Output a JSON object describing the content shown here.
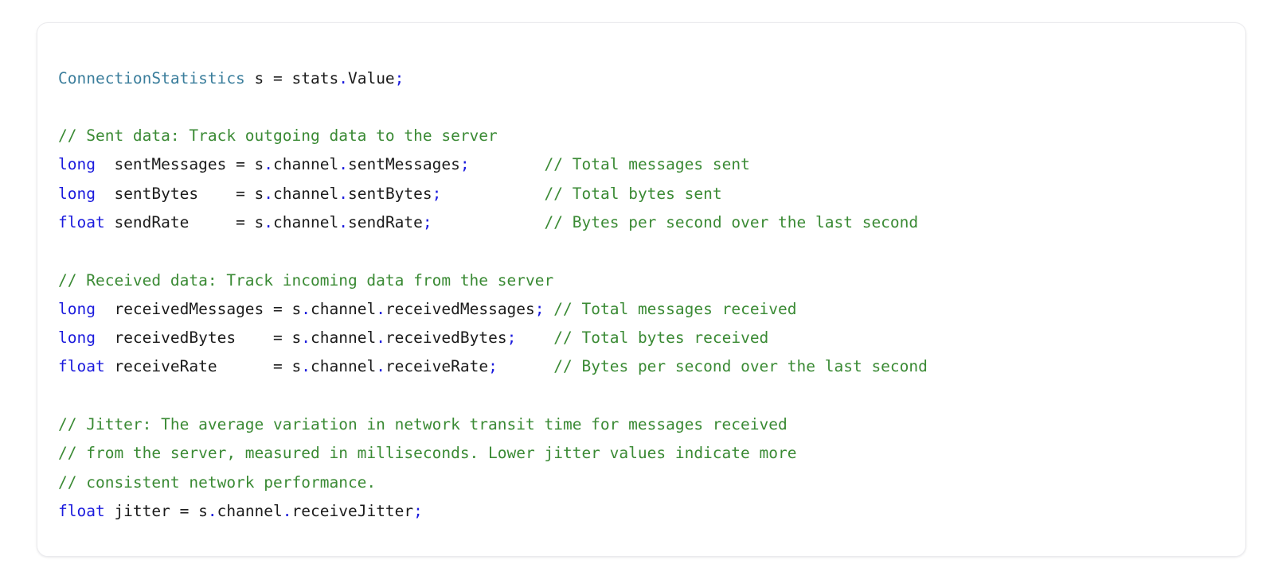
{
  "card": {
    "background": "#ffffff",
    "border_color": "#ebebee",
    "border_radius": "14px"
  },
  "theme": {
    "type_color": "#3b7e9c",
    "keyword_color": "#1b1bdd",
    "punctuation_color": "#1b1bdd",
    "plain_color": "#1b1b1b",
    "comment_color": "#3a8a34",
    "background_color": "#ffffff",
    "language": "csharp"
  },
  "code": {
    "plain_text": "ConnectionStatistics s = stats.Value;\n\n// Sent data: Track outgoing data to the server\nlong  sentMessages = s.channel.sentMessages;        // Total messages sent\nlong  sentBytes    = s.channel.sentBytes;           // Total bytes sent\nfloat sendRate     = s.channel.sendRate;            // Bytes per second over the last second\n\n// Received data: Track incoming data from the server\nlong  receivedMessages = s.channel.receivedMessages; // Total messages received\nlong  receivedBytes    = s.channel.receivedBytes;    // Total bytes received\nfloat receiveRate      = s.channel.receiveRate;      // Bytes per second over the last second\n\n// Jitter: The average variation in network transit time for messages received\n// from the server, measured in milliseconds. Lower jitter values indicate more\n// consistent network performance.\nfloat jitter = s.channel.receiveJitter;",
    "lines": [
      {
        "id": "line-1",
        "tokens": [
          {
            "t": "type",
            "v": "ConnectionStatistics"
          },
          {
            "t": "plain",
            "v": " s = stats"
          },
          {
            "t": "punct",
            "v": "."
          },
          {
            "t": "plain",
            "v": "Value"
          },
          {
            "t": "punct",
            "v": ";"
          }
        ]
      },
      {
        "id": "line-2",
        "tokens": []
      },
      {
        "id": "line-3",
        "tokens": [
          {
            "t": "comment",
            "v": "// Sent data: Track outgoing data to the server"
          }
        ]
      },
      {
        "id": "line-4",
        "tokens": [
          {
            "t": "kw",
            "v": "long"
          },
          {
            "t": "plain",
            "v": "  sentMessages = s"
          },
          {
            "t": "punct",
            "v": "."
          },
          {
            "t": "plain",
            "v": "channel"
          },
          {
            "t": "punct",
            "v": "."
          },
          {
            "t": "plain",
            "v": "sentMessages"
          },
          {
            "t": "punct",
            "v": ";"
          },
          {
            "t": "plain",
            "v": "        "
          },
          {
            "t": "comment",
            "v": "// Total messages sent"
          }
        ]
      },
      {
        "id": "line-5",
        "tokens": [
          {
            "t": "kw",
            "v": "long"
          },
          {
            "t": "plain",
            "v": "  sentBytes    = s"
          },
          {
            "t": "punct",
            "v": "."
          },
          {
            "t": "plain",
            "v": "channel"
          },
          {
            "t": "punct",
            "v": "."
          },
          {
            "t": "plain",
            "v": "sentBytes"
          },
          {
            "t": "punct",
            "v": ";"
          },
          {
            "t": "plain",
            "v": "           "
          },
          {
            "t": "comment",
            "v": "// Total bytes sent"
          }
        ]
      },
      {
        "id": "line-6",
        "tokens": [
          {
            "t": "kw",
            "v": "float"
          },
          {
            "t": "plain",
            "v": " sendRate     = s"
          },
          {
            "t": "punct",
            "v": "."
          },
          {
            "t": "plain",
            "v": "channel"
          },
          {
            "t": "punct",
            "v": "."
          },
          {
            "t": "plain",
            "v": "sendRate"
          },
          {
            "t": "punct",
            "v": ";"
          },
          {
            "t": "plain",
            "v": "            "
          },
          {
            "t": "comment",
            "v": "// Bytes per second over the last second"
          }
        ]
      },
      {
        "id": "line-7",
        "tokens": []
      },
      {
        "id": "line-8",
        "tokens": [
          {
            "t": "comment",
            "v": "// Received data: Track incoming data from the server"
          }
        ]
      },
      {
        "id": "line-9",
        "tokens": [
          {
            "t": "kw",
            "v": "long"
          },
          {
            "t": "plain",
            "v": "  receivedMessages = s"
          },
          {
            "t": "punct",
            "v": "."
          },
          {
            "t": "plain",
            "v": "channel"
          },
          {
            "t": "punct",
            "v": "."
          },
          {
            "t": "plain",
            "v": "receivedMessages"
          },
          {
            "t": "punct",
            "v": ";"
          },
          {
            "t": "plain",
            "v": " "
          },
          {
            "t": "comment",
            "v": "// Total messages received"
          }
        ]
      },
      {
        "id": "line-10",
        "tokens": [
          {
            "t": "kw",
            "v": "long"
          },
          {
            "t": "plain",
            "v": "  receivedBytes    = s"
          },
          {
            "t": "punct",
            "v": "."
          },
          {
            "t": "plain",
            "v": "channel"
          },
          {
            "t": "punct",
            "v": "."
          },
          {
            "t": "plain",
            "v": "receivedBytes"
          },
          {
            "t": "punct",
            "v": ";"
          },
          {
            "t": "plain",
            "v": "    "
          },
          {
            "t": "comment",
            "v": "// Total bytes received"
          }
        ]
      },
      {
        "id": "line-11",
        "tokens": [
          {
            "t": "kw",
            "v": "float"
          },
          {
            "t": "plain",
            "v": " receiveRate      = s"
          },
          {
            "t": "punct",
            "v": "."
          },
          {
            "t": "plain",
            "v": "channel"
          },
          {
            "t": "punct",
            "v": "."
          },
          {
            "t": "plain",
            "v": "receiveRate"
          },
          {
            "t": "punct",
            "v": ";"
          },
          {
            "t": "plain",
            "v": "      "
          },
          {
            "t": "comment",
            "v": "// Bytes per second over the last second"
          }
        ]
      },
      {
        "id": "line-12",
        "tokens": []
      },
      {
        "id": "line-13",
        "tokens": [
          {
            "t": "comment",
            "v": "// Jitter: The average variation in network transit time for messages received"
          }
        ]
      },
      {
        "id": "line-14",
        "tokens": [
          {
            "t": "comment",
            "v": "// from the server, measured in milliseconds. Lower jitter values indicate more"
          }
        ]
      },
      {
        "id": "line-15",
        "tokens": [
          {
            "t": "comment",
            "v": "// consistent network performance."
          }
        ]
      },
      {
        "id": "line-16",
        "tokens": [
          {
            "t": "kw",
            "v": "float"
          },
          {
            "t": "plain",
            "v": " jitter = s"
          },
          {
            "t": "punct",
            "v": "."
          },
          {
            "t": "plain",
            "v": "channel"
          },
          {
            "t": "punct",
            "v": "."
          },
          {
            "t": "plain",
            "v": "receiveJitter"
          },
          {
            "t": "punct",
            "v": ";"
          }
        ]
      }
    ]
  }
}
